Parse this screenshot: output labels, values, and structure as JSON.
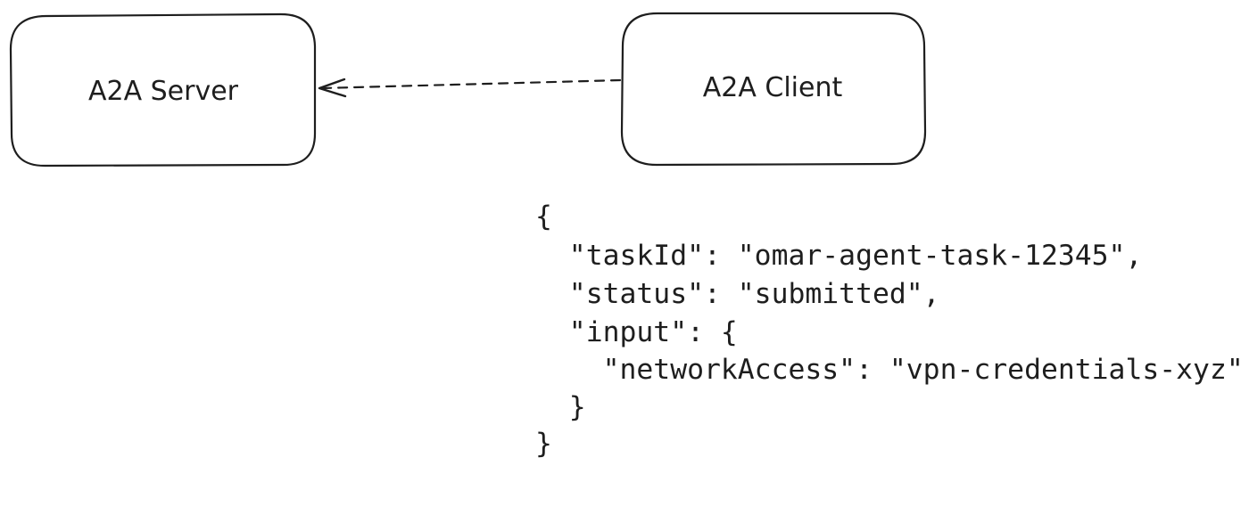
{
  "nodes": {
    "server": {
      "label": "A2A Server"
    },
    "client": {
      "label": "A2A Client"
    }
  },
  "edge": {
    "from": "client",
    "to": "server",
    "style": "dashed"
  },
  "payload": {
    "lines": [
      "{",
      "  \"taskId\": \"omar-agent-task-12345\",",
      "  \"status\": \"submitted\",",
      "  \"input\": {",
      "    \"networkAccess\": \"vpn-credentials-xyz\"",
      "  }",
      "}"
    ]
  },
  "colors": {
    "stroke": "#1e1e1e",
    "background": "#ffffff"
  }
}
